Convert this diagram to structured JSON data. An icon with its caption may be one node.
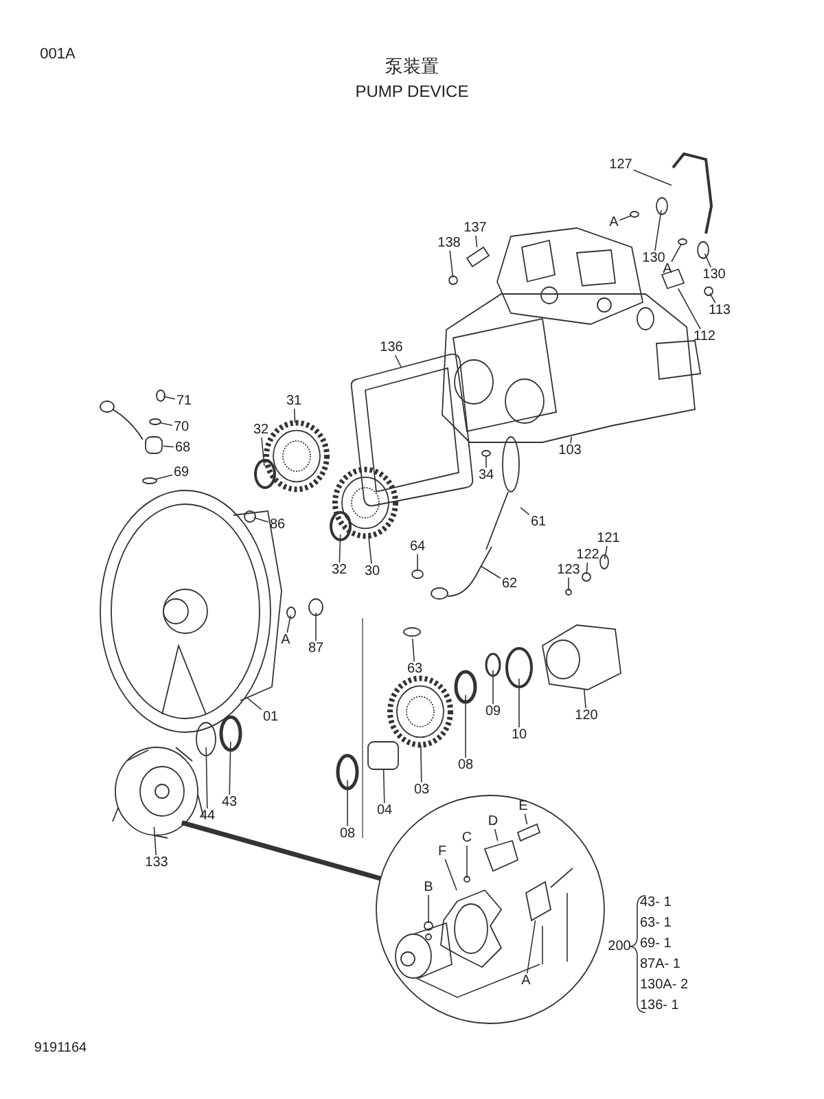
{
  "diagram": {
    "title": "泵装置",
    "nodes": [
      {
        "text": [
          "127"
        ]
      },
      {
        "text": [
          "137"
        ]
      },
      {
        "text": [
          "138"
        ]
      },
      {
        "text": [
          "A"
        ]
      },
      {
        "text": [
          "130"
        ]
      },
      {
        "text": [
          "A"
        ]
      },
      {
        "text": [
          "130"
        ]
      },
      {
        "text": [
          "113"
        ]
      },
      {
        "text": [
          "112"
        ]
      },
      {
        "text": [
          "136"
        ]
      },
      {
        "text": [
          "71"
        ]
      },
      {
        "text": [
          "31"
        ]
      },
      {
        "text": [
          "70"
        ]
      },
      {
        "text": [
          "32"
        ]
      },
      {
        "text": [
          "68"
        ]
      },
      {
        "text": [
          "103"
        ]
      },
      {
        "text": [
          "34"
        ]
      },
      {
        "text": [
          "69"
        ]
      },
      {
        "text": [
          "61"
        ]
      },
      {
        "text": [
          "86"
        ]
      },
      {
        "text": [
          "121"
        ]
      },
      {
        "text": [
          "64"
        ]
      },
      {
        "text": [
          "122"
        ]
      },
      {
        "text": [
          "32"
        ]
      },
      {
        "text": [
          "30"
        ]
      },
      {
        "text": [
          "123"
        ]
      },
      {
        "text": [
          "62"
        ]
      },
      {
        "text": [
          "A"
        ]
      },
      {
        "text": [
          "87"
        ]
      },
      {
        "text": [
          "63"
        ]
      },
      {
        "text": [
          "09"
        ]
      },
      {
        "text": [
          "01"
        ]
      },
      {
        "text": [
          "120"
        ]
      },
      {
        "text": [
          "10"
        ]
      },
      {
        "text": [
          "08"
        ]
      },
      {
        "text": [
          "03"
        ]
      },
      {
        "text": [
          "43"
        ]
      },
      {
        "text": [
          "04"
        ]
      },
      {
        "text": [
          "44"
        ]
      },
      {
        "text": [
          "08"
        ]
      },
      {
        "text": [
          "133"
        ]
      },
      {
        "text": [],
        "shape": "picture"
      },
      {
        "text": [],
        "shape": "circle"
      },
      {
        "text": [
          "E"
        ],
        "in": 42
      },
      {
        "text": [
          "D"
        ],
        "in": 42
      },
      {
        "text": [
          "C"
        ],
        "in": 42
      },
      {
        "text": [
          "F"
        ],
        "in": 42
      },
      {
        "text": [
          "B"
        ],
        "in": 42
      },
      {
        "text": [
          "A"
        ],
        "in": 42
      },
      {
        "text": [],
        "shape": "picture"
      },
      {
        "text": [],
        "shape": "box"
      },
      {
        "text": [],
        "shape": "circle"
      },
      {
        "text": [],
        "shape": "circle"
      },
      {
        "text": [],
        "shape": "circle"
      },
      {
        "text": [],
        "shape": "circle"
      },
      {
        "text": [],
        "shape": "circle"
      },
      {
        "text": [],
        "shape": "circle"
      },
      {
        "text": [],
        "shape": "box"
      },
      {
        "text": [],
        "shape": "picture"
      },
      {
        "text": [],
        "shape": "circle"
      },
      {
        "text": [],
        "shape": "picture"
      },
      {
        "text": [],
        "shape": "circle"
      },
      {
        "text": [],
        "shape": "circle"
      },
      {
        "text": [],
        "shape": "box"
      },
      {
        "text": [],
        "shape": "picture"
      },
      {
        "text": [],
        "shape": "circle"
      },
      {
        "text": [],
        "shape": "circle"
      },
      {
        "text": [],
        "shape": "picture"
      },
      {
        "text": [],
        "shape": "circle"
      },
      {
        "text": [],
        "shape": "circle"
      },
      {
        "text": [],
        "shape": "circle"
      },
      {
        "text": [],
        "shape": "circle"
      },
      {
        "text": [],
        "shape": "circle"
      },
      {
        "text": [],
        "shape": "picture"
      },
      {
        "text": [],
        "shape": "circle"
      },
      {
        "text": [],
        "shape": "picture"
      },
      {
        "text": [],
        "shape": "circle"
      },
      {
        "text": [],
        "shape": "circle"
      },
      {
        "text": [],
        "shape": "circle"
      },
      {
        "text": [],
        "shape": "circle"
      },
      {
        "text": [],
        "shape": "picture"
      },
      {
        "text": [],
        "shape": "picture"
      },
      {
        "text": [],
        "shape": "circle"
      },
      {
        "text": [],
        "shape": "circle"
      },
      {
        "text": [],
        "shape": "picture"
      },
      {
        "text": [],
        "shape": "circle"
      },
      {
        "text": [],
        "shape": "box"
      },
      {
        "text": [],
        "shape": "circle"
      },
      {
        "text": [],
        "shape": "circle"
      },
      {
        "text": [],
        "shape": "box",
        "in": 42
      },
      {
        "text": [],
        "shape": "box",
        "in": 42
      },
      {
        "text": [],
        "shape": "circle",
        "in": 42
      },
      {
        "text": [],
        "shape": "picture",
        "in": 42
      },
      {
        "text": [],
        "shape": "circle",
        "in": 42
      },
      {
        "text": [],
        "shape": "box",
        "in": 42
      }
    ],
    "edges": [
      {
        "from": 0,
        "to": 49,
        "arrow": "none"
      },
      {
        "from": 1,
        "to": 50,
        "arrow": "none"
      },
      {
        "from": 2,
        "to": 51,
        "arrow": "none"
      },
      {
        "from": 3,
        "to": 52,
        "arrow": "none"
      },
      {
        "from": 4,
        "to": 53,
        "arrow": "none"
      },
      {
        "from": 5,
        "to": 54,
        "arrow": "none"
      },
      {
        "from": 6,
        "to": 55,
        "arrow": "none"
      },
      {
        "from": 7,
        "to": 56,
        "arrow": "none"
      },
      {
        "from": 8,
        "to": 57,
        "arrow": "none"
      },
      {
        "from": 9,
        "to": 58,
        "arrow": "none"
      },
      {
        "from": 10,
        "to": 59,
        "arrow": "none"
      },
      {
        "from": 11,
        "to": 60,
        "arrow": "none"
      },
      {
        "from": 12,
        "to": 61,
        "arrow": "none"
      },
      {
        "from": 13,
        "to": 62,
        "arrow": "none"
      },
      {
        "from": 14,
        "to": 63,
        "arrow": "none"
      },
      {
        "from": 15,
        "to": 64,
        "arrow": "none"
      },
      {
        "from": 16,
        "to": 65,
        "arrow": "none"
      },
      {
        "from": 17,
        "to": 66,
        "arrow": "none"
      },
      {
        "from": 18,
        "to": 67,
        "arrow": "none"
      },
      {
        "from": 19,
        "to": 68,
        "arrow": "none"
      },
      {
        "from": 20,
        "to": 69,
        "arrow": "none"
      },
      {
        "from": 21,
        "to": 70,
        "arrow": "none"
      },
      {
        "from": 22,
        "to": 71,
        "arrow": "none"
      },
      {
        "from": 23,
        "to": 72,
        "arrow": "none"
      },
      {
        "from": 24,
        "to": 73,
        "arrow": "none"
      },
      {
        "from": 25,
        "to": 74,
        "arrow": "none"
      },
      {
        "from": 26,
        "to": 75,
        "arrow": "none"
      },
      {
        "from": 27,
        "to": 76,
        "arrow": "none"
      },
      {
        "from": 28,
        "to": 77,
        "arrow": "none"
      },
      {
        "from": 29,
        "to": 78,
        "arrow": "none"
      },
      {
        "from": 30,
        "to": 79,
        "arrow": "none"
      },
      {
        "from": 31,
        "to": 80,
        "arrow": "none"
      },
      {
        "from": 32,
        "to": 81,
        "arrow": "none"
      },
      {
        "from": 33,
        "to": 82,
        "arrow": "none"
      },
      {
        "from": 34,
        "to": 83,
        "arrow": "none"
      },
      {
        "from": 35,
        "to": 84,
        "arrow": "none"
      },
      {
        "from": 36,
        "to": 85,
        "arrow": "none"
      },
      {
        "from": 37,
        "to": 86,
        "arrow": "none"
      },
      {
        "from": 38,
        "to": 87,
        "arrow": "none"
      },
      {
        "from": 39,
        "to": 88,
        "arrow": "none"
      },
      {
        "from": 40,
        "to": 41,
        "arrow": "none"
      },
      {
        "from": 43,
        "to": 89,
        "arrow": "none"
      },
      {
        "from": 44,
        "to": 90,
        "arrow": "none"
      },
      {
        "from": 45,
        "to": 91,
        "arrow": "none"
      },
      {
        "from": 46,
        "to": 92,
        "arrow": "none"
      },
      {
        "from": 47,
        "to": 93,
        "arrow": "none"
      },
      {
        "from": 48,
        "to": 94,
        "arrow": "none"
      },
      {
        "from": 41,
        "to": 42,
        "arrow": "none",
        "style": "thick"
      }
    ],
    "labels": [
      "001A",
      "PUMP DEVICE",
      "200",
      "43- 1",
      "63- 1",
      "69- 1",
      "87A- 1",
      "130A- 2",
      "136- 1",
      "9191164"
    ]
  }
}
